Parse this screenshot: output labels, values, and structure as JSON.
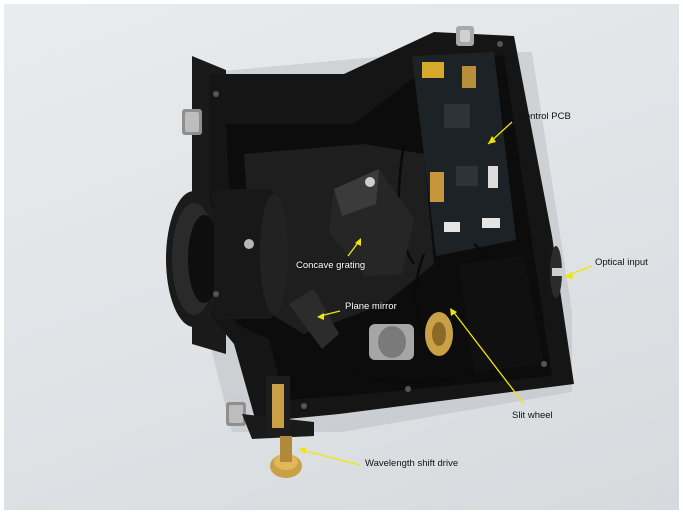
{
  "labels": {
    "control_pcb": "Control PCB",
    "optical_input": "Optical input",
    "concave_grating": "Concave grating",
    "plane_mirror": "Plane mirror",
    "slit_wheel": "Slit wheel",
    "wavelength_shift_drive": "Wavelength shift drive"
  },
  "colors": {
    "arrow": "#f2e600",
    "housing": "#141414",
    "pcb": "#1c2226",
    "brass": "#c9a046"
  }
}
